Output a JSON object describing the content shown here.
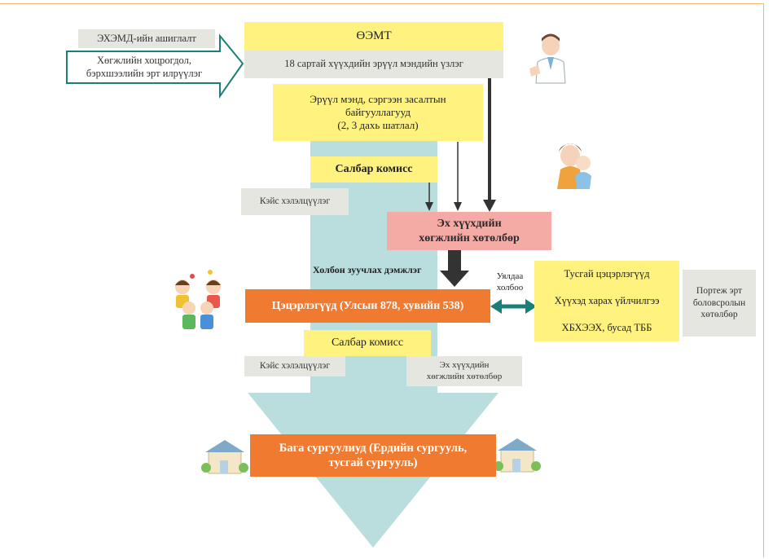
{
  "inputs": {
    "ehemd_usage": "ЭХЭМД-ийн ашиглалт",
    "dev_delay_line1": "Хөгжлийн хоцрогдол,",
    "dev_delay_line2": "бэрхшээлийн эрт илрүүлэг"
  },
  "oemt": {
    "title": "ӨЭМТ",
    "subtitle": "18 сартай хүүхдийн эрүүл мэндийн үзлэг"
  },
  "health_orgs": {
    "line1": "Эрүүл мэнд, сэргээн засалтын",
    "line2": "байгууллагууд",
    "line3": "(2, 3 дахь шатлал)"
  },
  "salbar_komiss_1": "Салбар комисс",
  "case_mgmt_1": "Кэйс хэлэлцүүлэг",
  "mother_child_program": {
    "line1": "Эх хүүхдийн",
    "line2": "хөгжлийн хөтөлбөр"
  },
  "support_label": "Холбон зуучлах дэмжлэг",
  "kindergartens": "Цэцэрлэгүүд (Улсын 878, хувийн 538)",
  "cooperation": {
    "line1": "Уялдаа",
    "line2": "холбоо"
  },
  "partners": {
    "item1": "Тусгай цэцэрлэгүүд",
    "item2": "Хүүхэд харах үйлчилгээ",
    "item3": "ХБХЭЭХ, бусад ТББ"
  },
  "portage": {
    "line1": "Портеж эрт",
    "line2": "боловсролын",
    "line3": "хөтөлбөр"
  },
  "salbar_komiss_2": "Салбар комисс",
  "case_mgmt_2": "Кэйс хэлэлцүүлэг",
  "mother_child_program_2": {
    "line1": "Эх хүүхдийн",
    "line2": "хөгжлийн хөтөлбөр"
  },
  "primary_schools": {
    "line1": "Бага сургуулиуд (Ердийн сургууль,",
    "line2": "тусгай сургууль)"
  },
  "colors": {
    "yellow": "#fff27f",
    "gray": "#e6e6e0",
    "pink": "#f4aba5",
    "orange": "#f07a2f",
    "big_arrow": "#b9dedd",
    "teal": "#1a7f77",
    "border": "#f1b775"
  }
}
